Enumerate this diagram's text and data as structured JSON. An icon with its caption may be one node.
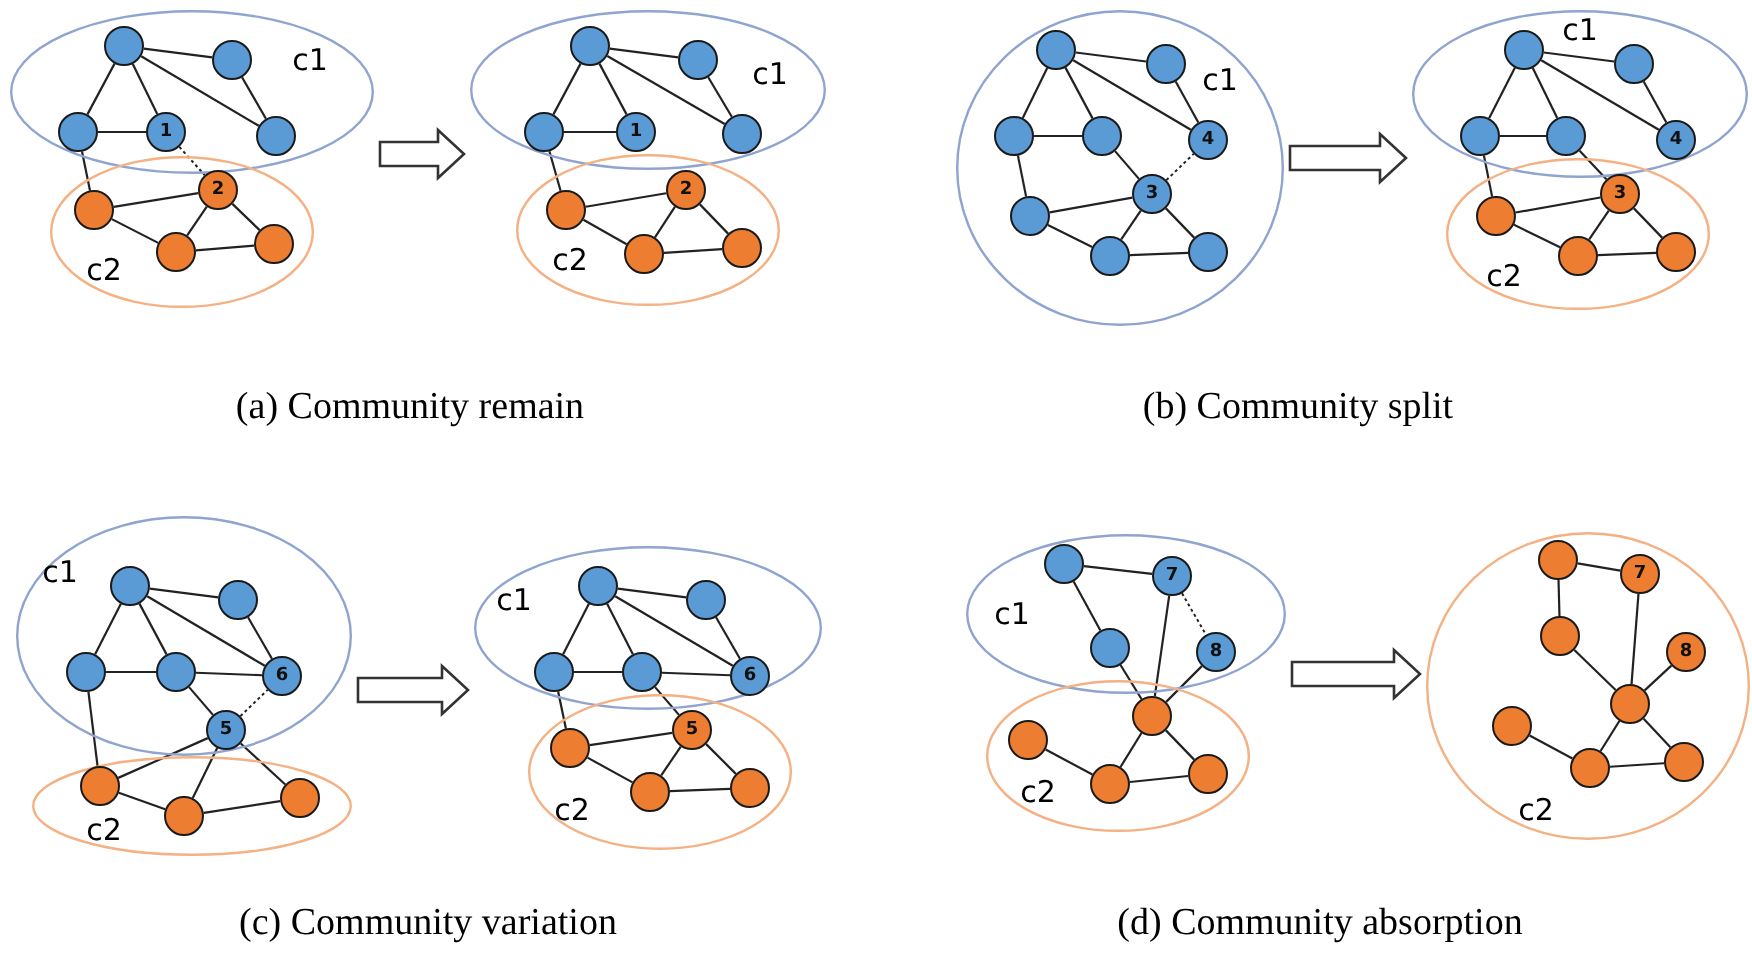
{
  "diagram": {
    "nodes": [
      {
        "text": [
          "c1"
        ]
      },
      {
        "text": [],
        "shape": "circle",
        "in": 0
      },
      {
        "text": [],
        "shape": "circle",
        "in": 0
      },
      {
        "text": [],
        "shape": "circle",
        "in": 0
      },
      {
        "text": [
          "1"
        ],
        "in": 0
      },
      {
        "text": [],
        "shape": "circle",
        "in": 0
      },
      {
        "text": [
          "c2"
        ]
      },
      {
        "text": [],
        "shape": "circle",
        "in": 6
      },
      {
        "text": [
          "2"
        ],
        "in": 6
      },
      {
        "text": [],
        "shape": "circle",
        "in": 6
      },
      {
        "text": [],
        "shape": "circle",
        "in": 6
      },
      {
        "text": [
          "c1"
        ]
      },
      {
        "text": [],
        "shape": "circle",
        "in": 11
      },
      {
        "text": [],
        "shape": "circle",
        "in": 11
      },
      {
        "text": [],
        "shape": "circle",
        "in": 11
      },
      {
        "text": [
          "1"
        ],
        "in": 11
      },
      {
        "text": [],
        "shape": "circle",
        "in": 11
      },
      {
        "text": [
          "c2"
        ]
      },
      {
        "text": [],
        "shape": "circle",
        "in": 17
      },
      {
        "text": [
          "2"
        ],
        "in": 17
      },
      {
        "text": [],
        "shape": "circle",
        "in": 17
      },
      {
        "text": [],
        "shape": "circle",
        "in": 17
      },
      {
        "text": [
          "c1"
        ]
      },
      {
        "text": [],
        "shape": "circle",
        "in": 22
      },
      {
        "text": [],
        "shape": "circle",
        "in": 22
      },
      {
        "text": [],
        "shape": "circle",
        "in": 22
      },
      {
        "text": [],
        "shape": "circle",
        "in": 22
      },
      {
        "text": [
          "4"
        ],
        "in": 22
      },
      {
        "text": [
          "3"
        ],
        "in": 22
      },
      {
        "text": [],
        "shape": "circle",
        "in": 22
      },
      {
        "text": [],
        "shape": "circle",
        "in": 22
      },
      {
        "text": [],
        "shape": "circle",
        "in": 22
      },
      {
        "text": [
          "c1"
        ]
      },
      {
        "text": [],
        "shape": "circle",
        "in": 32
      },
      {
        "text": [],
        "shape": "circle",
        "in": 32
      },
      {
        "text": [],
        "shape": "circle",
        "in": 32
      },
      {
        "text": [],
        "shape": "circle",
        "in": 32
      },
      {
        "text": [
          "4"
        ],
        "in": 32
      },
      {
        "text": [
          "c2"
        ]
      },
      {
        "text": [
          "3"
        ],
        "in": 38
      },
      {
        "text": [],
        "shape": "circle",
        "in": 38
      },
      {
        "text": [],
        "shape": "circle",
        "in": 38
      },
      {
        "text": [],
        "shape": "circle",
        "in": 38
      },
      {
        "text": [
          "c1"
        ]
      },
      {
        "text": [],
        "shape": "circle",
        "in": 43
      },
      {
        "text": [],
        "shape": "circle",
        "in": 43
      },
      {
        "text": [],
        "shape": "circle",
        "in": 43
      },
      {
        "text": [],
        "shape": "circle",
        "in": 43
      },
      {
        "text": [
          "6"
        ],
        "in": 43
      },
      {
        "text": [
          "5"
        ],
        "in": 43
      },
      {
        "text": [
          "c2"
        ]
      },
      {
        "text": [],
        "shape": "circle",
        "in": 50
      },
      {
        "text": [],
        "shape": "circle",
        "in": 50
      },
      {
        "text": [],
        "shape": "circle",
        "in": 50
      },
      {
        "text": [
          "c1"
        ]
      },
      {
        "text": [],
        "shape": "circle",
        "in": 54
      },
      {
        "text": [],
        "shape": "circle",
        "in": 54
      },
      {
        "text": [],
        "shape": "circle",
        "in": 54
      },
      {
        "text": [],
        "shape": "circle",
        "in": 54
      },
      {
        "text": [
          "6"
        ],
        "in": 54
      },
      {
        "text": [
          "c2"
        ]
      },
      {
        "text": [
          "5"
        ],
        "in": 60
      },
      {
        "text": [],
        "shape": "circle",
        "in": 60
      },
      {
        "text": [],
        "shape": "circle",
        "in": 60
      },
      {
        "text": [],
        "shape": "circle",
        "in": 60
      },
      {
        "text": [
          "c1"
        ]
      },
      {
        "text": [],
        "shape": "circle",
        "in": 65
      },
      {
        "text": [
          "7"
        ],
        "in": 65
      },
      {
        "text": [],
        "shape": "circle",
        "in": 65
      },
      {
        "text": [
          "8"
        ],
        "in": 65
      },
      {
        "text": [
          "c2"
        ]
      },
      {
        "text": [],
        "shape": "circle",
        "in": 70
      },
      {
        "text": [],
        "shape": "circle",
        "in": 70
      },
      {
        "text": [],
        "shape": "circle",
        "in": 70
      },
      {
        "text": [],
        "shape": "circle",
        "in": 70
      },
      {
        "text": [
          "c2"
        ]
      },
      {
        "text": [],
        "shape": "circle",
        "in": 75
      },
      {
        "text": [
          "7"
        ],
        "in": 75
      },
      {
        "text": [],
        "shape": "circle",
        "in": 75
      },
      {
        "text": [
          "8"
        ],
        "in": 75
      },
      {
        "text": [],
        "shape": "circle",
        "in": 75
      },
      {
        "text": [],
        "shape": "circle",
        "in": 75
      },
      {
        "text": [],
        "shape": "circle",
        "in": 75
      },
      {
        "text": [],
        "shape": "circle",
        "in": 75
      }
    ],
    "edges": [
      {
        "from": 1,
        "to": 2,
        "arrow": "none"
      },
      {
        "from": 1,
        "to": 3,
        "arrow": "none"
      },
      {
        "from": 1,
        "to": 4,
        "arrow": "none"
      },
      {
        "from": 1,
        "to": 5,
        "arrow": "none"
      },
      {
        "from": 2,
        "to": 5,
        "arrow": "none"
      },
      {
        "from": 3,
        "to": 4,
        "arrow": "none"
      },
      {
        "from": 3,
        "to": 7,
        "arrow": "none"
      },
      {
        "from": 4,
        "to": 8,
        "arrow": "none",
        "style": "dashed"
      },
      {
        "from": 7,
        "to": 8,
        "arrow": "none"
      },
      {
        "from": 7,
        "to": 9,
        "arrow": "none"
      },
      {
        "from": 8,
        "to": 9,
        "arrow": "none"
      },
      {
        "from": 8,
        "to": 10,
        "arrow": "none"
      },
      {
        "from": 9,
        "to": 10,
        "arrow": "none"
      },
      {
        "from": 12,
        "to": 13,
        "arrow": "none"
      },
      {
        "from": 12,
        "to": 14,
        "arrow": "none"
      },
      {
        "from": 12,
        "to": 15,
        "arrow": "none"
      },
      {
        "from": 12,
        "to": 16,
        "arrow": "none"
      },
      {
        "from": 13,
        "to": 16,
        "arrow": "none"
      },
      {
        "from": 14,
        "to": 15,
        "arrow": "none"
      },
      {
        "from": 14,
        "to": 18,
        "arrow": "none"
      },
      {
        "from": 18,
        "to": 19,
        "arrow": "none"
      },
      {
        "from": 18,
        "to": 20,
        "arrow": "none"
      },
      {
        "from": 19,
        "to": 20,
        "arrow": "none"
      },
      {
        "from": 19,
        "to": 21,
        "arrow": "none"
      },
      {
        "from": 20,
        "to": 21,
        "arrow": "none"
      },
      {
        "from": 0,
        "to": 11,
        "arrow": "to",
        "style": "thick"
      },
      {
        "from": 23,
        "to": 24,
        "arrow": "none"
      },
      {
        "from": 23,
        "to": 25,
        "arrow": "none"
      },
      {
        "from": 23,
        "to": 26,
        "arrow": "none"
      },
      {
        "from": 23,
        "to": 27,
        "arrow": "none"
      },
      {
        "from": 24,
        "to": 27,
        "arrow": "none"
      },
      {
        "from": 25,
        "to": 26,
        "arrow": "none"
      },
      {
        "from": 25,
        "to": 29,
        "arrow": "none"
      },
      {
        "from": 26,
        "to": 28,
        "arrow": "none"
      },
      {
        "from": 28,
        "to": 27,
        "arrow": "none",
        "style": "dashed"
      },
      {
        "from": 29,
        "to": 28,
        "arrow": "none"
      },
      {
        "from": 29,
        "to": 30,
        "arrow": "none"
      },
      {
        "from": 30,
        "to": 28,
        "arrow": "none"
      },
      {
        "from": 28,
        "to": 31,
        "arrow": "none"
      },
      {
        "from": 30,
        "to": 31,
        "arrow": "none"
      },
      {
        "from": 33,
        "to": 34,
        "arrow": "none"
      },
      {
        "from": 33,
        "to": 35,
        "arrow": "none"
      },
      {
        "from": 33,
        "to": 36,
        "arrow": "none"
      },
      {
        "from": 33,
        "to": 37,
        "arrow": "none"
      },
      {
        "from": 34,
        "to": 37,
        "arrow": "none"
      },
      {
        "from": 35,
        "to": 36,
        "arrow": "none"
      },
      {
        "from": 35,
        "to": 40,
        "arrow": "none"
      },
      {
        "from": 36,
        "to": 39,
        "arrow": "none"
      },
      {
        "from": 40,
        "to": 39,
        "arrow": "none"
      },
      {
        "from": 40,
        "to": 41,
        "arrow": "none"
      },
      {
        "from": 41,
        "to": 39,
        "arrow": "none"
      },
      {
        "from": 39,
        "to": 42,
        "arrow": "none"
      },
      {
        "from": 41,
        "to": 42,
        "arrow": "none"
      },
      {
        "from": 22,
        "to": 32,
        "arrow": "to",
        "style": "thick"
      },
      {
        "from": 44,
        "to": 45,
        "arrow": "none"
      },
      {
        "from": 44,
        "to": 46,
        "arrow": "none"
      },
      {
        "from": 44,
        "to": 47,
        "arrow": "none"
      },
      {
        "from": 44,
        "to": 48,
        "arrow": "none"
      },
      {
        "from": 45,
        "to": 48,
        "arrow": "none"
      },
      {
        "from": 46,
        "to": 47,
        "arrow": "none"
      },
      {
        "from": 47,
        "to": 48,
        "arrow": "none"
      },
      {
        "from": 47,
        "to": 49,
        "arrow": "none"
      },
      {
        "from": 49,
        "to": 48,
        "arrow": "none",
        "style": "dashed"
      },
      {
        "from": 46,
        "to": 51,
        "arrow": "none"
      },
      {
        "from": 51,
        "to": 49,
        "arrow": "none"
      },
      {
        "from": 49,
        "to": 52,
        "arrow": "none"
      },
      {
        "from": 49,
        "to": 53,
        "arrow": "none"
      },
      {
        "from": 51,
        "to": 52,
        "arrow": "none"
      },
      {
        "from": 52,
        "to": 53,
        "arrow": "none"
      },
      {
        "from": 55,
        "to": 56,
        "arrow": "none"
      },
      {
        "from": 55,
        "to": 57,
        "arrow": "none"
      },
      {
        "from": 55,
        "to": 58,
        "arrow": "none"
      },
      {
        "from": 55,
        "to": 59,
        "arrow": "none"
      },
      {
        "from": 56,
        "to": 59,
        "arrow": "none"
      },
      {
        "from": 57,
        "to": 58,
        "arrow": "none"
      },
      {
        "from": 58,
        "to": 59,
        "arrow": "none"
      },
      {
        "from": 58,
        "to": 61,
        "arrow": "none"
      },
      {
        "from": 57,
        "to": 62,
        "arrow": "none"
      },
      {
        "from": 62,
        "to": 61,
        "arrow": "none"
      },
      {
        "from": 62,
        "to": 63,
        "arrow": "none"
      },
      {
        "from": 63,
        "to": 61,
        "arrow": "none"
      },
      {
        "from": 61,
        "to": 64,
        "arrow": "none"
      },
      {
        "from": 63,
        "to": 64,
        "arrow": "none"
      },
      {
        "from": 43,
        "to": 54,
        "arrow": "to",
        "style": "thick"
      },
      {
        "from": 66,
        "to": 67,
        "arrow": "none"
      },
      {
        "from": 66,
        "to": 68,
        "arrow": "none"
      },
      {
        "from": 67,
        "to": 69,
        "arrow": "none",
        "style": "dashed"
      },
      {
        "from": 68,
        "to": 71,
        "arrow": "none"
      },
      {
        "from": 67,
        "to": 71,
        "arrow": "none"
      },
      {
        "from": 69,
        "to": 71,
        "arrow": "none"
      },
      {
        "from": 71,
        "to": 73,
        "arrow": "none"
      },
      {
        "from": 71,
        "to": 74,
        "arrow": "none"
      },
      {
        "from": 72,
        "to": 73,
        "arrow": "none"
      },
      {
        "from": 73,
        "to": 74,
        "arrow": "none"
      },
      {
        "from": 76,
        "to": 77,
        "arrow": "none"
      },
      {
        "from": 76,
        "to": 78,
        "arrow": "none"
      },
      {
        "from": 78,
        "to": 80,
        "arrow": "none"
      },
      {
        "from": 77,
        "to": 80,
        "arrow": "none"
      },
      {
        "from": 79,
        "to": 80,
        "arrow": "none"
      },
      {
        "from": 80,
        "to": 82,
        "arrow": "none"
      },
      {
        "from": 80,
        "to": 83,
        "arrow": "none"
      },
      {
        "from": 81,
        "to": 82,
        "arrow": "none"
      },
      {
        "from": 82,
        "to": 83,
        "arrow": "none"
      },
      {
        "from": 65,
        "to": 75,
        "arrow": "to",
        "style": "thick"
      }
    ],
    "labels": [
      "(a) Community remain",
      "(b) Community split",
      "(c) Community variation",
      "(d) Community absorption"
    ]
  }
}
